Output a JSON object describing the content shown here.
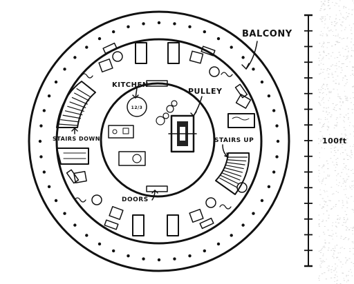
{
  "map": {
    "labels": {
      "balcony": "BALCONY",
      "kitchen": "KITCHEN",
      "pulley": "PULLEY",
      "stairs_down": "STAIRS DOWN",
      "stairs_up": "STAIRS UP",
      "doors": "DOORS",
      "kitchen_sign": "12/3"
    },
    "scale": {
      "label": "100ft",
      "ticks": 16
    },
    "colors": {
      "ink": "#111111",
      "paper": "#ffffff",
      "grain": "#d8d8d8"
    }
  }
}
